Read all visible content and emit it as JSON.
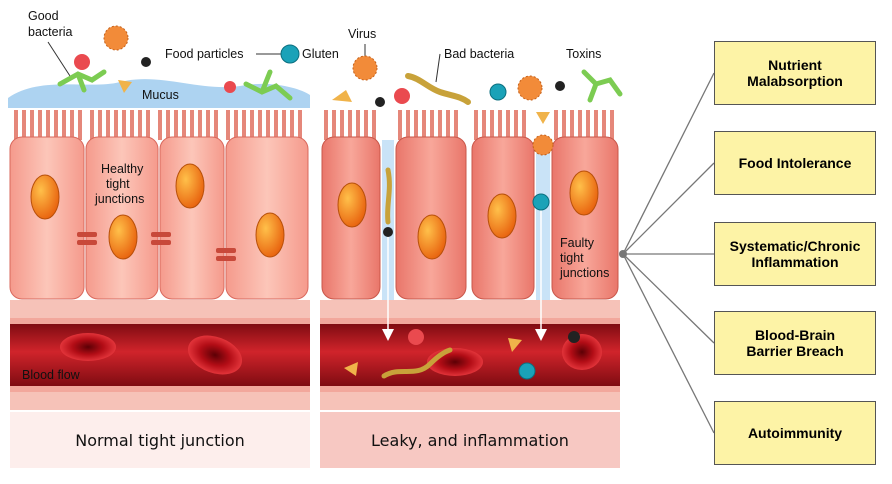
{
  "labels": {
    "good_bacteria_1": "Good",
    "good_bacteria_2": "bacteria",
    "mucus": "Mucus",
    "food_particles": "Food particles",
    "gluten": "Gluten",
    "virus": "Virus",
    "bad_bacteria": "Bad bacteria",
    "toxins": "Toxins",
    "healthy_1": "Healthy",
    "healthy_2": "tight",
    "healthy_3": "junctions",
    "faulty_1": "Faulty",
    "faulty_2": "tight",
    "faulty_3": "junctions",
    "blood_flow": "Blood flow"
  },
  "captions": {
    "normal": "Normal tight junction",
    "leaky": "Leaky, and inflammation"
  },
  "effects": [
    {
      "line1": "Nutrient",
      "line2": "Malabsorption"
    },
    {
      "line1": "Food Intolerance",
      "line2": ""
    },
    {
      "line1": "Systematic/Chronic",
      "line2": "Inflammation"
    },
    {
      "line1": "Blood-Brain",
      "line2": "Barrier Breach"
    },
    {
      "line1": "Autoimmunity",
      "line2": ""
    }
  ],
  "colors": {
    "cell_fill": "#f7b3a6",
    "nucleus": "#f58a1f",
    "vessel": "#b8141c",
    "box_fill": "#fdf3a6",
    "mucus": "#9fcbef"
  }
}
